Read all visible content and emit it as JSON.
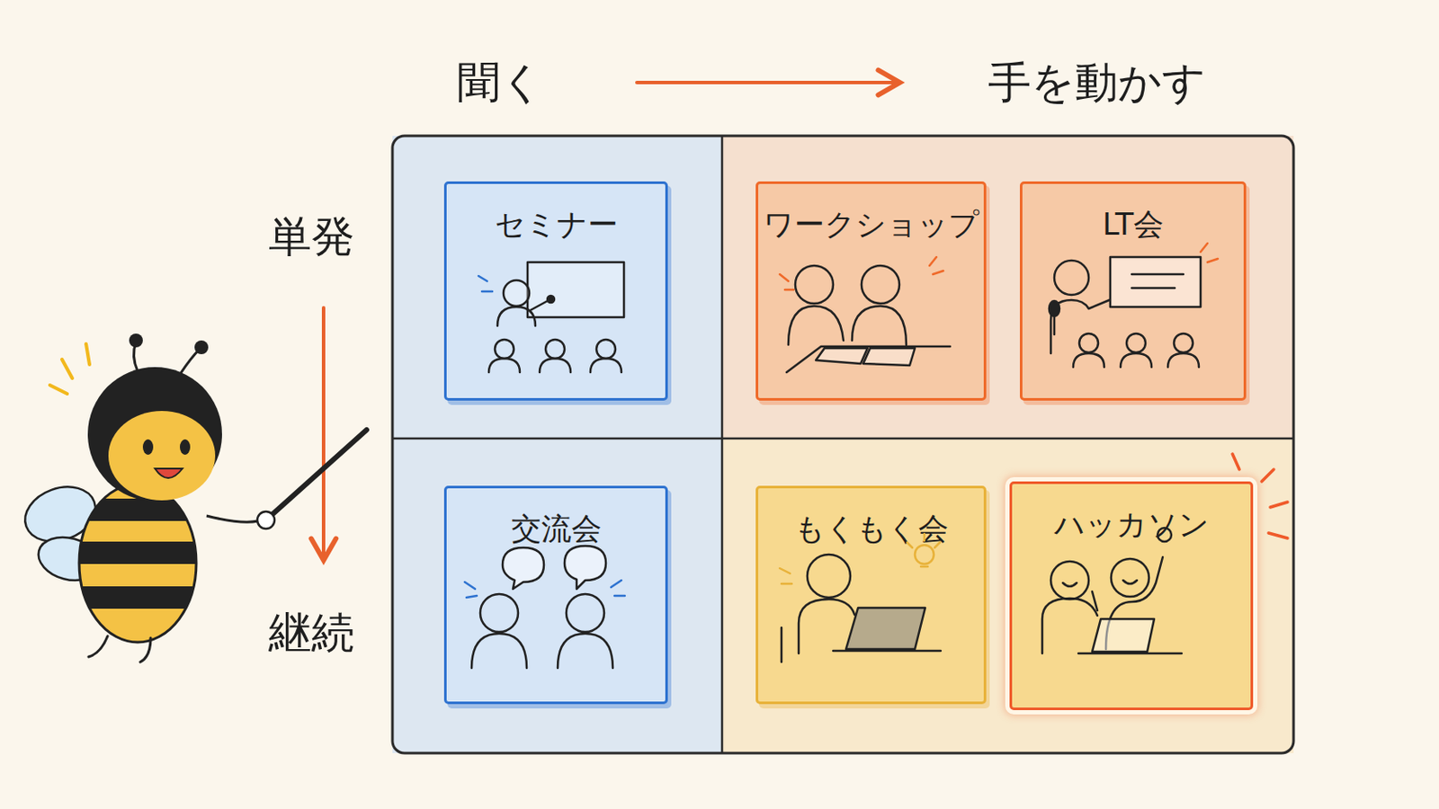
{
  "diagram": {
    "nodes": [
      {
        "text": [
          "セミナー"
        ]
      },
      {
        "text": [
          "ワークショップ"
        ]
      },
      {
        "text": [
          "LT会"
        ]
      },
      {
        "text": [
          "交流会"
        ]
      },
      {
        "text": [
          "もくもく会"
        ]
      },
      {
        "text": [
          "ハッカソン"
        ]
      }
    ],
    "labels": [
      "聞く",
      "手を動かす",
      "単発",
      "継続"
    ]
  }
}
